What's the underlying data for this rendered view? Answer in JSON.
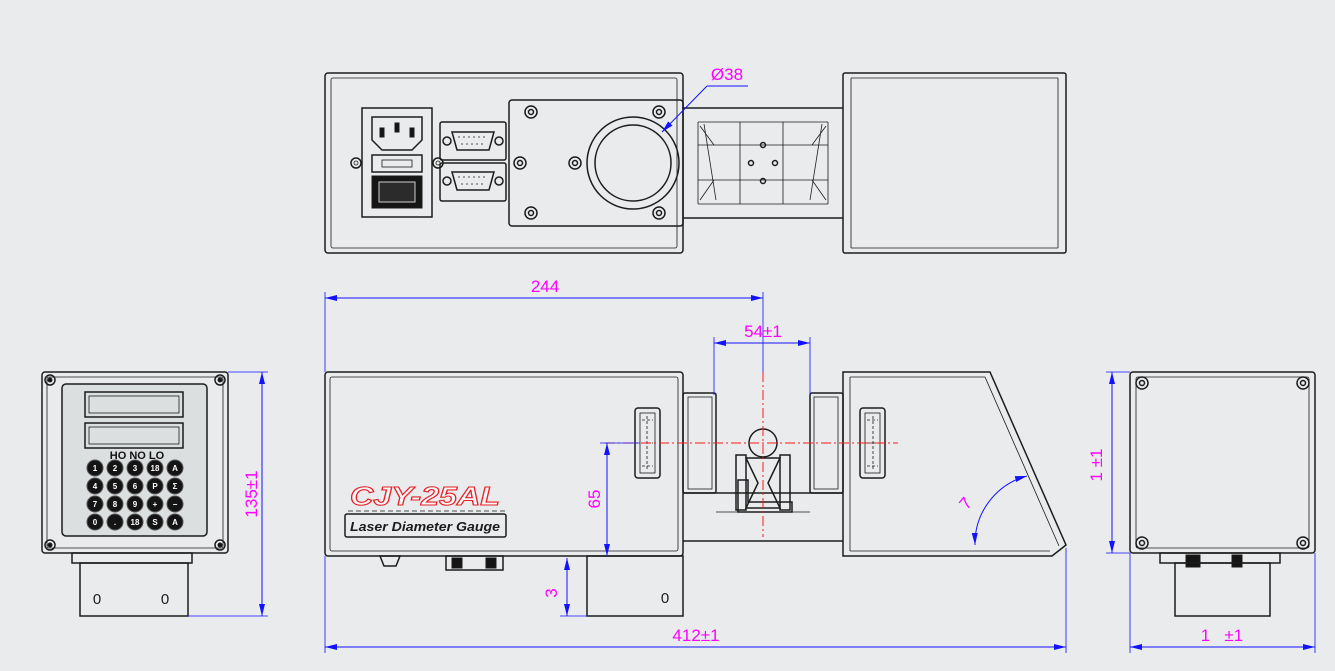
{
  "colors": {
    "background": "#e9ebec",
    "outline": "#1c1c1c",
    "dimension_line": "#1212ff",
    "dimension_text": "#ff00ff",
    "center_line": "#ff1a1a",
    "logo_red": "#e8202a"
  },
  "dimensions": {
    "aperture_diameter": "Ø38",
    "center_offset": "244",
    "gap_width": "54±1",
    "side_height": "135±1",
    "center_height": "65",
    "foot_height": "3",
    "overall_length": "412±1",
    "chamfer_angle": "7",
    "end_height": "1  ±1",
    "end_width": "1   ±1"
  },
  "front_view": {
    "logo_model": "CJY-25AL",
    "logo_caption": "Laser Diameter Gauge",
    "foot_mark": "0"
  },
  "left_view": {
    "indicator_labels": "HO NO LO",
    "keypad": [
      [
        "1",
        "2",
        "3",
        "18",
        "A"
      ],
      [
        "4",
        "5",
        "6",
        "P",
        "Σ"
      ],
      [
        "7",
        "8",
        "9",
        "+",
        "−"
      ],
      [
        "0",
        ".",
        "18",
        "S",
        "A"
      ]
    ],
    "foot_marks": [
      "0",
      "0"
    ]
  }
}
